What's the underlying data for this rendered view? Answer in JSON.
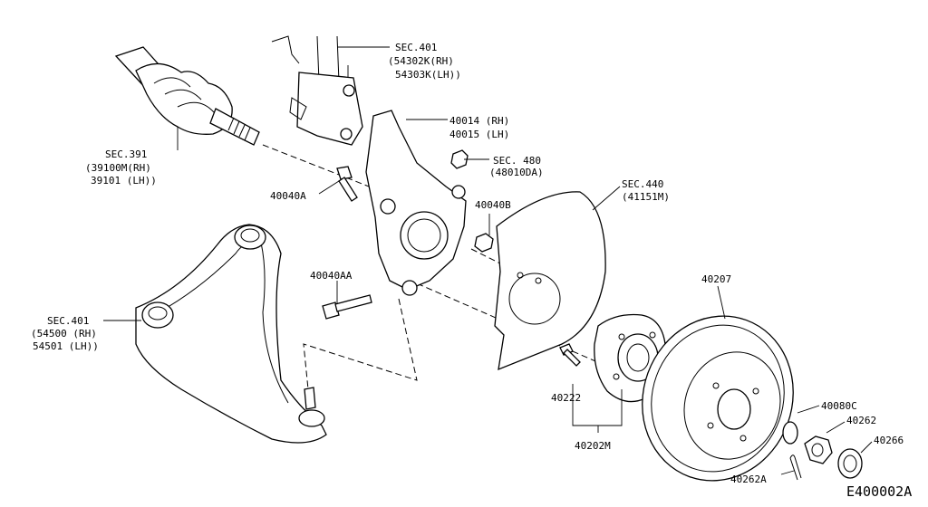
{
  "diagram_code": "E400002A",
  "labels": {
    "sec401_top": "SEC.401",
    "sec401_top_rh": "(54302K(RH)",
    "sec401_top_lh": "54303K(LH))",
    "knuckle_rh": "40014 (RH)",
    "knuckle_lh": "40015 (LH)",
    "sec480": "SEC. 480",
    "sec480_part": "(48010DA)",
    "sec391": "SEC.391",
    "sec391_rh": "(39100M(RH)",
    "sec391_lh": "39101 (LH))",
    "bolt_a": "40040A",
    "sec440": "SEC.440",
    "sec440_part": "(41151M)",
    "nut_b": "40040B",
    "bolt_aa": "40040AA",
    "rotor": "40207",
    "sec401_low": "SEC.401",
    "sec401_low_rh": "(54500 (RH)",
    "sec401_low_lh": "54501 (LH))",
    "stud": "40222",
    "hub": "40202M",
    "washer": "40080C",
    "hub_nut": "40262",
    "cotter_pin": "40262A",
    "lock_cap": "40266"
  }
}
